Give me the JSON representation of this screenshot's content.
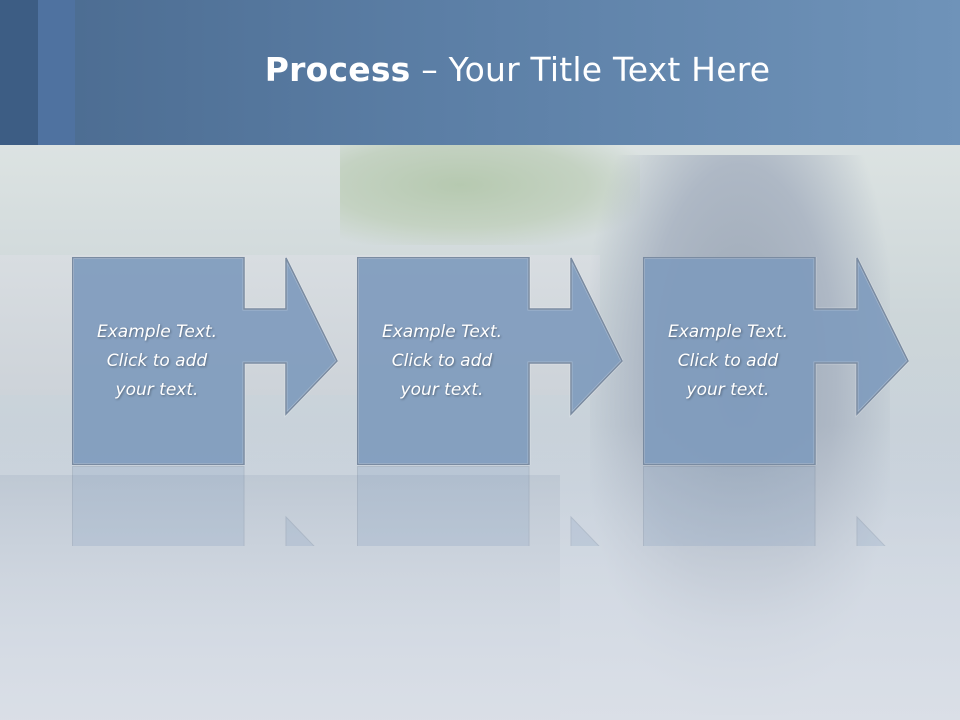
{
  "slide": {
    "title_bold": "Process",
    "title_rest": " – Your Title Text Here"
  },
  "steps": [
    {
      "line1": "Example Text.",
      "line2": "Click  to add",
      "line3": "your text."
    },
    {
      "line1": "Example Text.",
      "line2": "Click  to add",
      "line3": "your text."
    },
    {
      "line1": "Example Text.",
      "line2": "Click  to add",
      "line3": "your text."
    }
  ],
  "colors": {
    "header": "#5b7ea5",
    "box_fill": "#7f9bbd",
    "box_stroke": "#4e6482",
    "text": "#ffffff"
  }
}
